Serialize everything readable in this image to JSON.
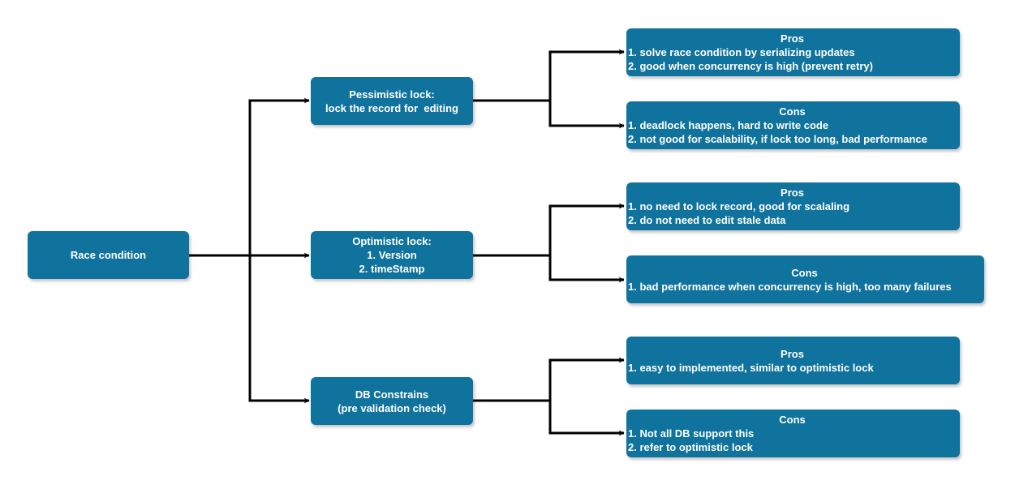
{
  "colors": {
    "node_fill": "#10739e",
    "node_text": "#ffffff",
    "connector": "#000000",
    "background": "#ffffff"
  },
  "root": {
    "label": "Race condition"
  },
  "approaches": [
    {
      "id": "pessimistic",
      "lines": [
        "Pessimistic lock:",
        "lock the record for  editing"
      ],
      "pros": {
        "title": "Pros",
        "items": [
          "1. solve race condition by serializing updates",
          "2. good when concurrency is high (prevent retry)"
        ]
      },
      "cons": {
        "title": "Cons",
        "items": [
          "1. deadlock happens, hard to write code",
          "2. not good for scalability, if lock too long, bad performance"
        ]
      }
    },
    {
      "id": "optimistic",
      "lines": [
        "Optimistic lock:",
        "1. Version",
        "2. timeStamp"
      ],
      "pros": {
        "title": "Pros",
        "items": [
          "1. no need to lock record, good for scalaling",
          "2. do not need to edit stale data"
        ]
      },
      "cons": {
        "title": "Cons",
        "items": [
          "1. bad performance when concurrency is high, too many failures"
        ]
      }
    },
    {
      "id": "db-constraints",
      "lines": [
        "DB Constrains",
        "(pre validation check)"
      ],
      "pros": {
        "title": "Pros",
        "items": [
          "1. easy to implemented, similar to optimistic lock"
        ]
      },
      "cons": {
        "title": "Cons",
        "items": [
          "1. Not all DB support this",
          "2. refer to optimistic lock"
        ]
      }
    }
  ]
}
